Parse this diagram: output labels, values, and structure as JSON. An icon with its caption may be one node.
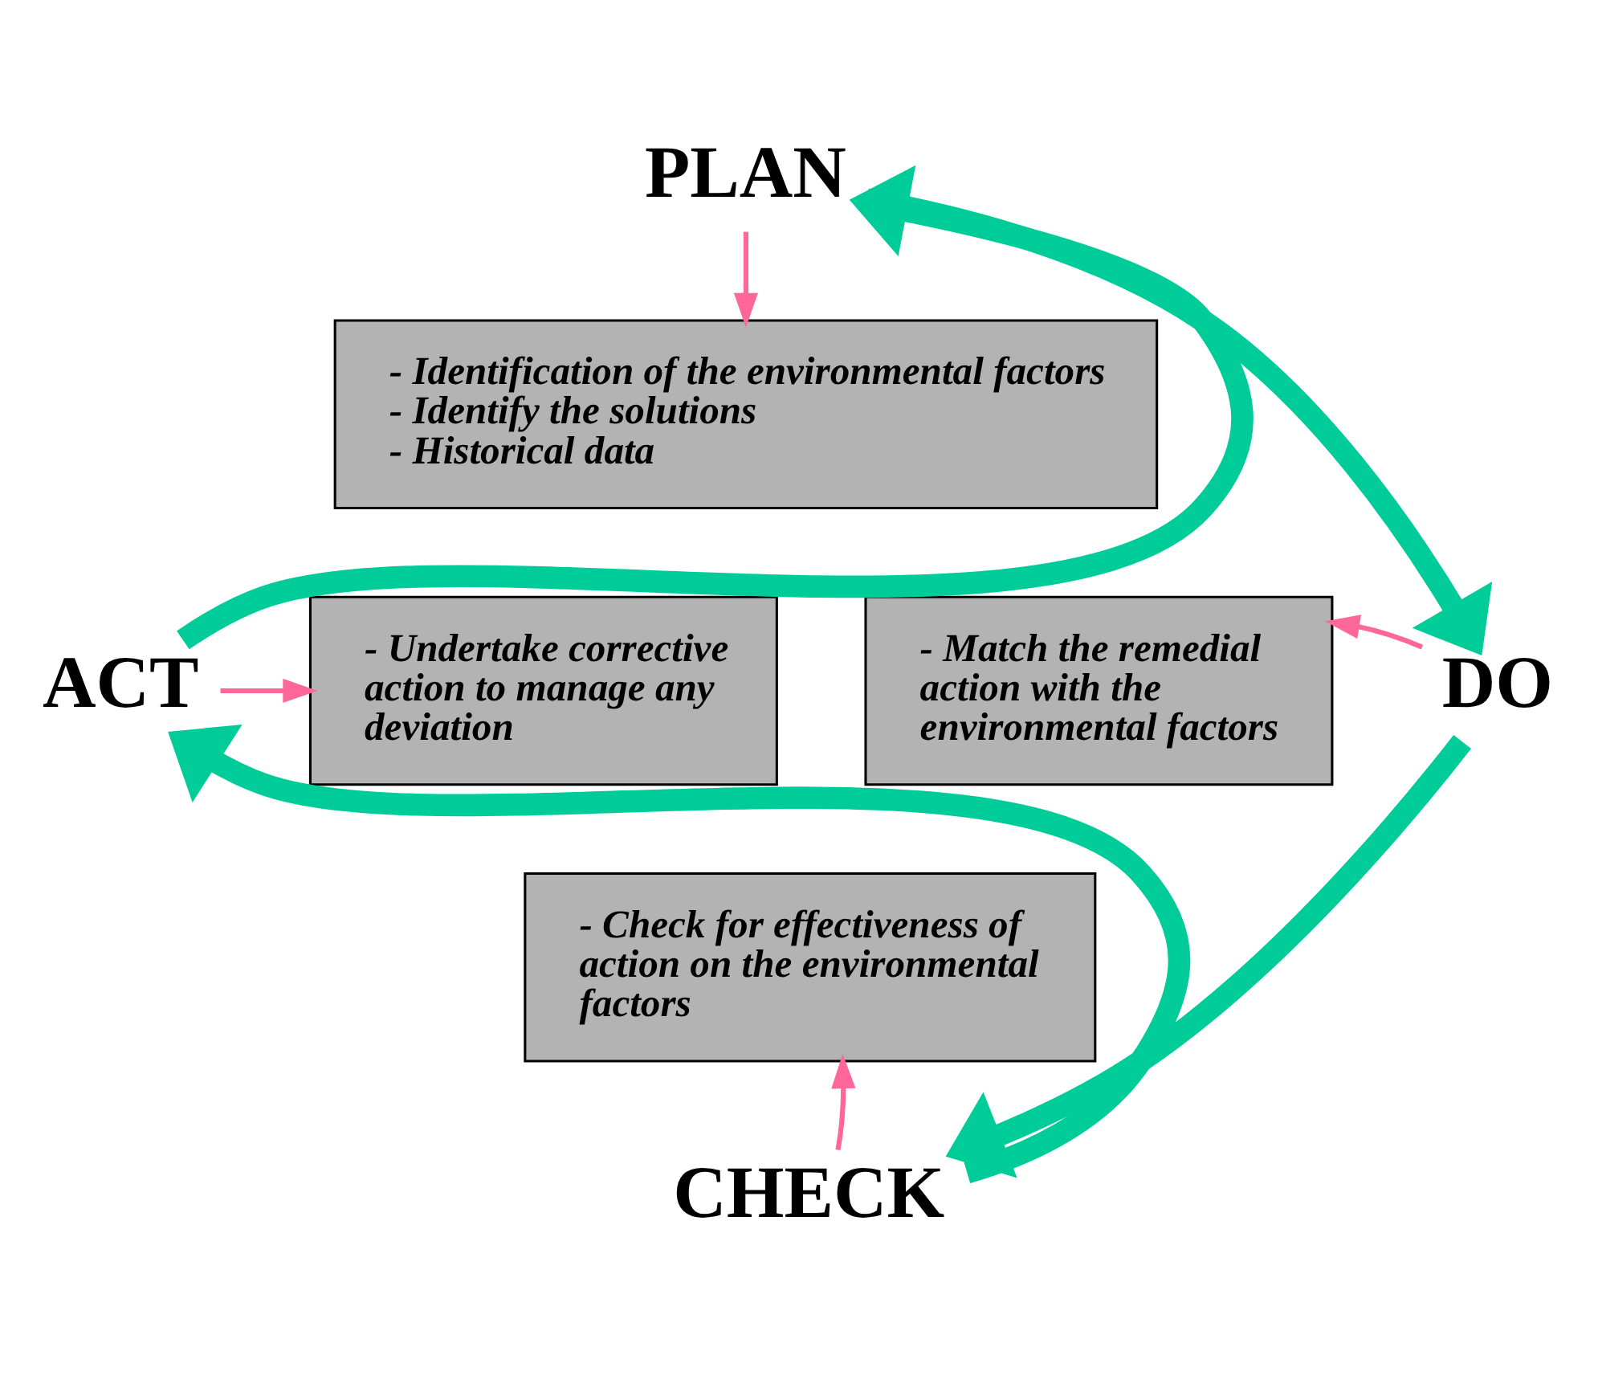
{
  "diagram": {
    "nodes": [
      {
        "text": [
          "PLAN"
        ]
      },
      {
        "text": [
          "- Identification of the environmental factors",
          "- Identify the solutions",
          "- Historical data"
        ]
      },
      {
        "text": [
          "ACT"
        ]
      },
      {
        "text": [
          "- Undertake corrective action to manage any deviation"
        ]
      },
      {
        "text": [
          "- Match the remedial action with the environmental factors"
        ]
      },
      {
        "text": [
          "DO"
        ]
      },
      {
        "text": [
          "- Check for effectiveness of action on the environmental factors"
        ]
      },
      {
        "text": [
          "CHECK"
        ]
      }
    ],
    "edges": [
      {
        "from": 0,
        "to": 1,
        "arrow": "to",
        "color": "#ff6699"
      },
      {
        "from": 2,
        "to": 3,
        "arrow": "to",
        "color": "#ff6699"
      },
      {
        "from": 5,
        "to": 4,
        "arrow": "to",
        "color": "#ff6699"
      },
      {
        "from": 7,
        "to": 6,
        "arrow": "to",
        "color": "#ff6699"
      },
      {
        "from": 0,
        "to": 5,
        "arrow": "to",
        "style": "thick",
        "color": "#00cc99"
      },
      {
        "from": 5,
        "to": 7,
        "arrow": "to",
        "style": "thick",
        "color": "#00cc99"
      },
      {
        "from": 7,
        "to": 2,
        "arrow": "to",
        "style": "thick",
        "color": "#00cc99"
      },
      {
        "from": 2,
        "to": 0,
        "arrow": "to",
        "style": "thick",
        "color": "#00cc99"
      }
    ]
  }
}
